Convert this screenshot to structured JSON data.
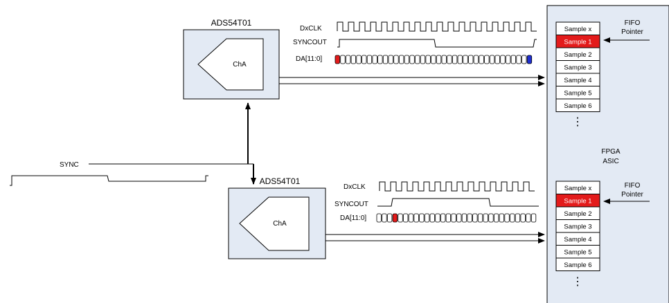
{
  "adc": [
    {
      "title": "ADS54T01",
      "channel": "ChA",
      "signals": [
        "DxCLK",
        "SYNCOUT",
        "DA[11:0]"
      ]
    },
    {
      "title": "ADS54T01",
      "channel": "ChA",
      "signals": [
        "DxCLK",
        "SYNCOUT",
        "DA[11:0]"
      ]
    }
  ],
  "sync_label": "SYNC",
  "fpga": {
    "line1": "FPGA",
    "line2": "ASIC"
  },
  "fifo": [
    {
      "pointer_line1": "FIFO",
      "pointer_line2": "Pointer",
      "samples": [
        "Sample x",
        "Sample 1",
        "Sample 2",
        "Sample 3",
        "Sample 4",
        "Sample 5",
        "Sample 6"
      ],
      "highlight_index": 1,
      "more": "⋮"
    },
    {
      "pointer_line1": "FIFO",
      "pointer_line2": "Pointer",
      "samples": [
        "Sample x",
        "Sample 1",
        "Sample 2",
        "Sample 3",
        "Sample 4",
        "Sample 5",
        "Sample 6"
      ],
      "highlight_index": 1,
      "more": "⋮"
    }
  ],
  "colors": {
    "adc_fill": "#e3eaf4",
    "fpga_fill": "#e3eaf4",
    "highlight": "#e31b1b",
    "marker_blue": "#1f2fd0"
  }
}
